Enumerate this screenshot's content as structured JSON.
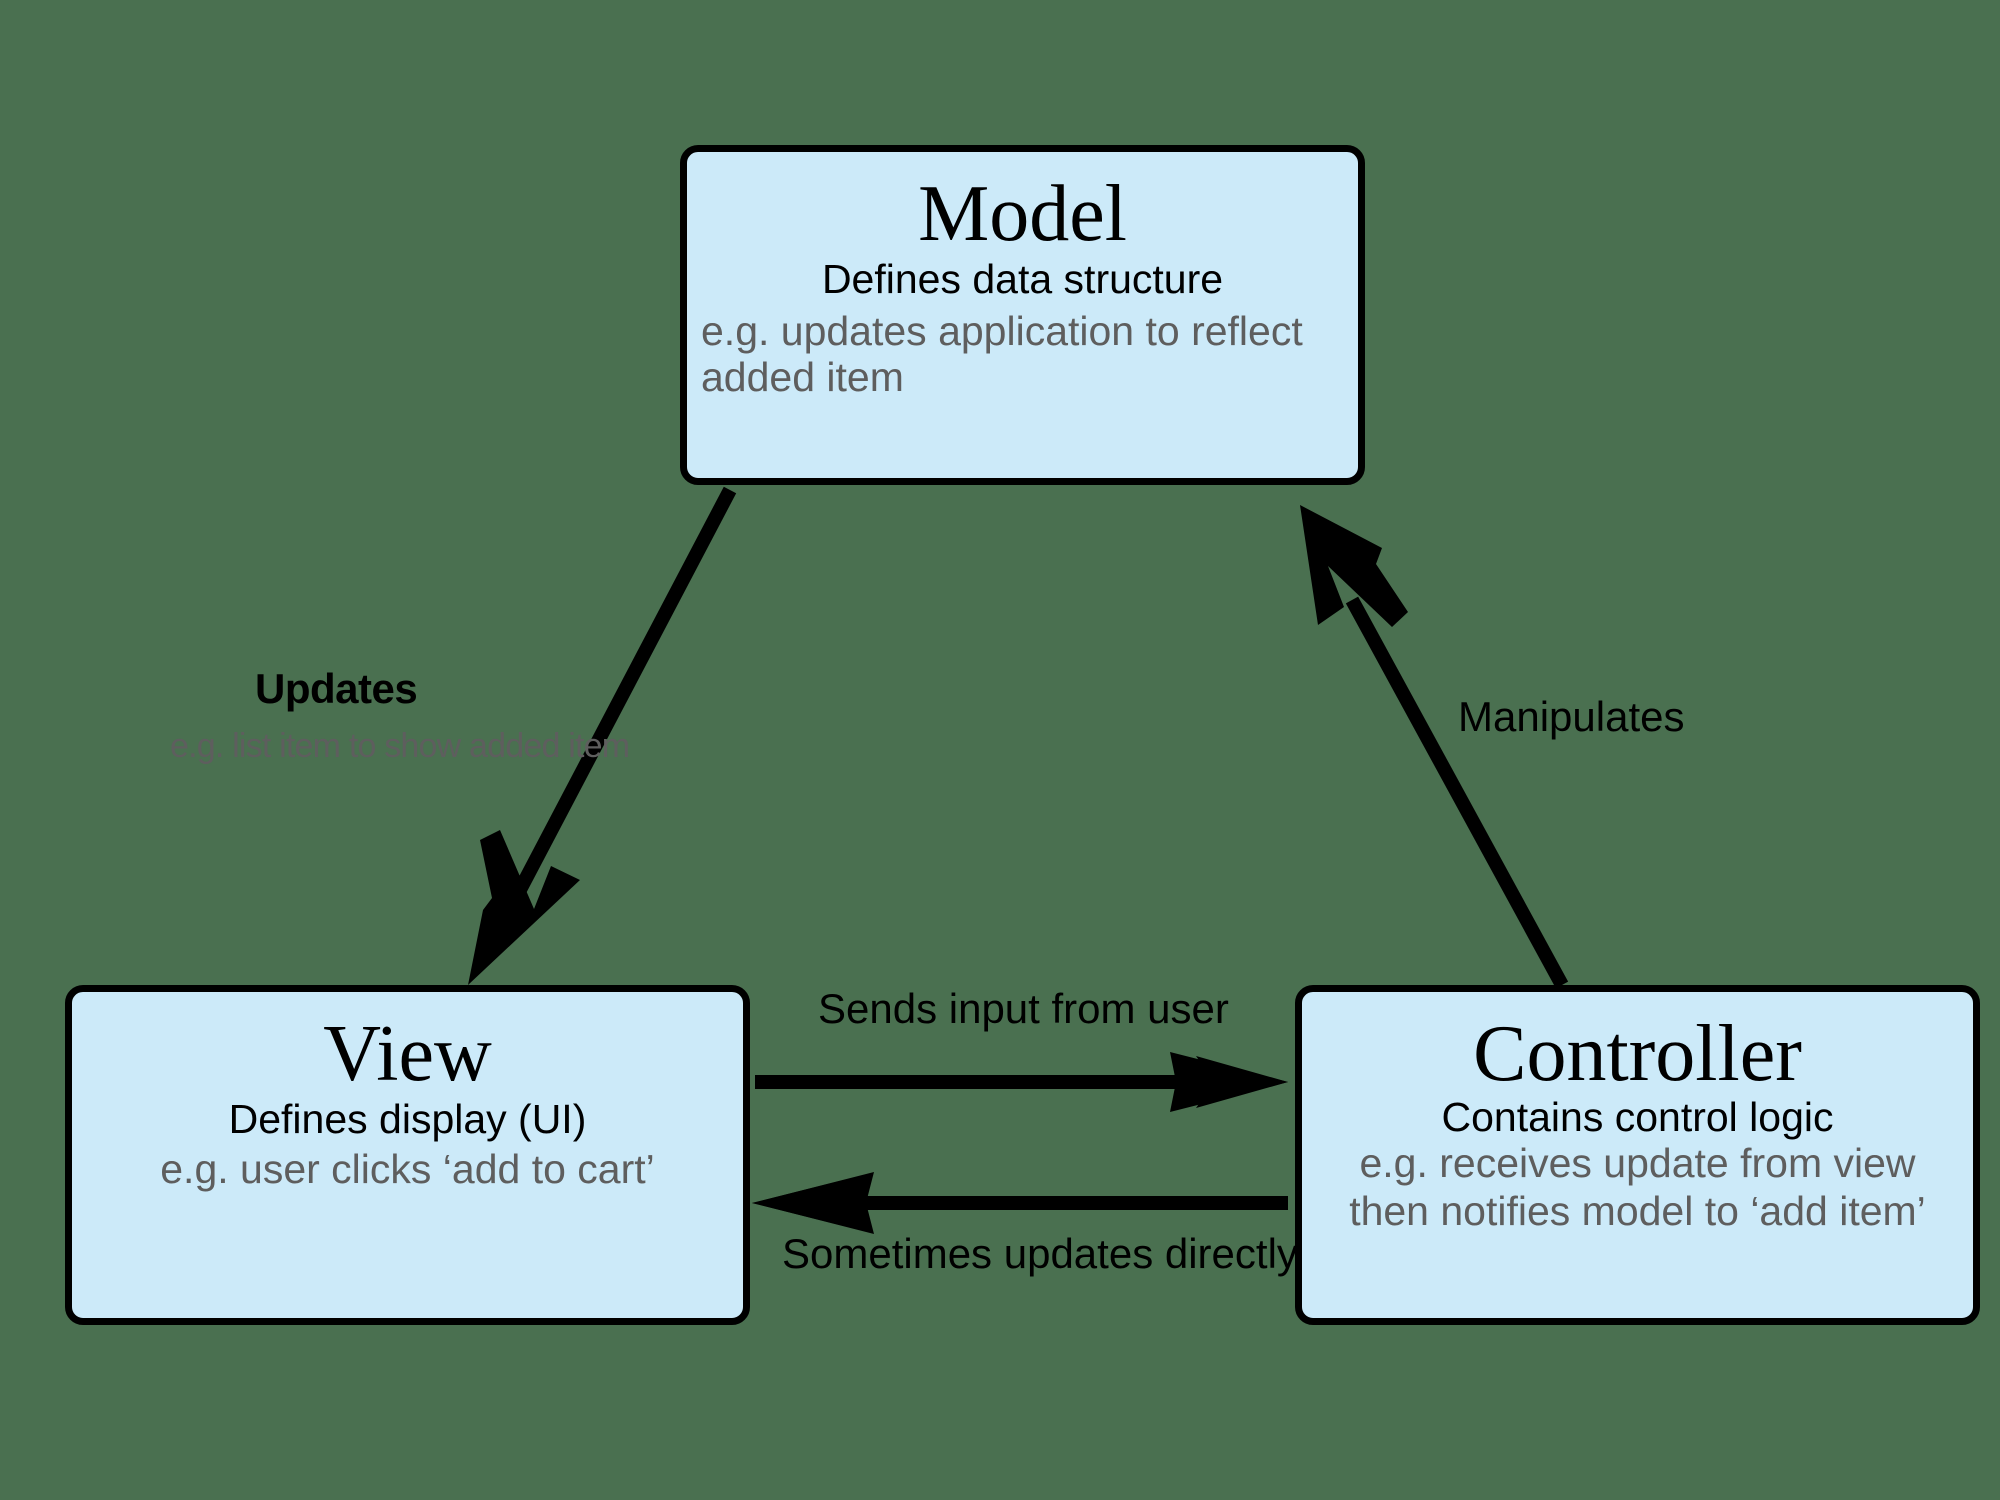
{
  "canvas": {
    "background_color": "#4a7050",
    "node_fill_color": "#cceaf9",
    "node_border_color": "#000000",
    "muted_text_color": "#5e5e5e"
  },
  "nodes": {
    "model": {
      "title": "Model",
      "subtitle": "Defines data structure",
      "example": "e.g. updates application to reflect added item"
    },
    "view": {
      "title": "View",
      "subtitle": "Defines display (UI)",
      "example": "e.g. user clicks ‘add to cart’"
    },
    "controller": {
      "title": "Controller",
      "subtitle": "Contains control logic",
      "example_line1": "e.g. receives update from view",
      "example_line2": "then notifies model to ‘add item’"
    }
  },
  "edges": {
    "model_to_view": {
      "label": "Updates",
      "example": "e.g. list item to show added item"
    },
    "controller_to_model": {
      "label": "Manipulates"
    },
    "view_to_controller": {
      "label": "Sends input from user"
    },
    "controller_to_view": {
      "label": "Sometimes updates directly"
    }
  }
}
